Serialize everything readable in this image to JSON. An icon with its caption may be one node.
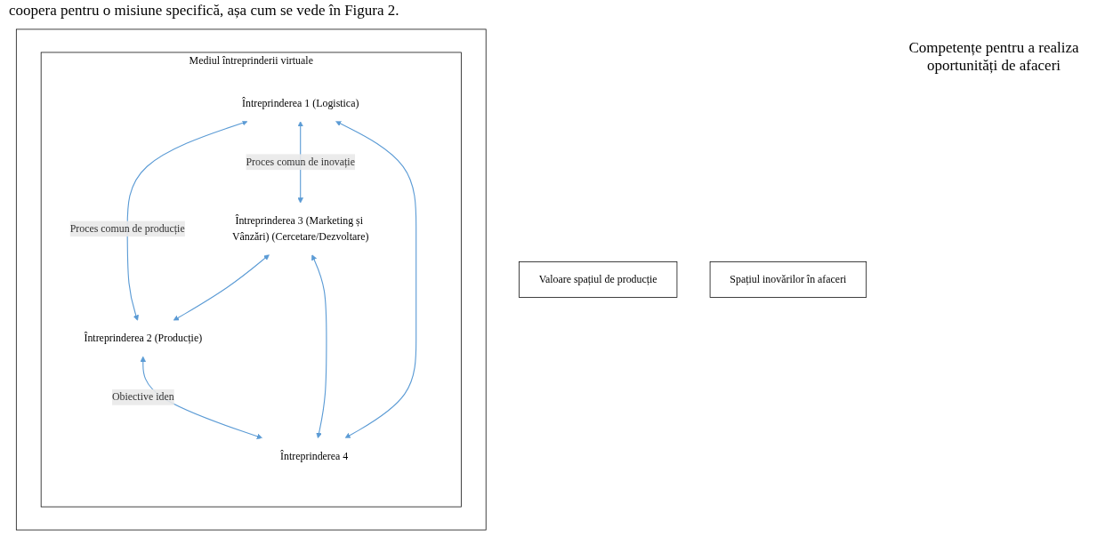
{
  "diagram": {
    "nodes": [
      {
        "text": [],
        "shape": "box"
      },
      {
        "text": [
          "Mediul întreprinderii virtuale"
        ],
        "in": 0
      },
      {
        "text": [
          "Întreprinderea 1 (Logistica)"
        ],
        "in": 1
      },
      {
        "text": [
          "Întreprinderea 2 (Producție)"
        ],
        "in": 1
      },
      {
        "text": [
          "Întreprinderea 3 (Marketing și Vânzări) (Cercetare/Dezvoltare)"
        ],
        "in": 1
      },
      {
        "text": [
          "Întreprinderea 4"
        ],
        "in": 1
      },
      {
        "text": [
          "Valoare spațiul de producție"
        ]
      },
      {
        "text": [
          "Spațiul inovărilor în afaceri"
        ]
      }
    ],
    "edges": [
      {
        "from": 2,
        "to": 3,
        "arrow": "both",
        "label": "Proces comun de producție"
      },
      {
        "from": 2,
        "to": 4,
        "arrow": "both",
        "label": "Proces comun de inovație"
      },
      {
        "from": 3,
        "to": 5,
        "arrow": "both",
        "label": "Obiective iden"
      },
      {
        "from": 2,
        "to": 5,
        "arrow": "both"
      },
      {
        "from": 4,
        "to": 3,
        "arrow": "both"
      },
      {
        "from": 4,
        "to": 5,
        "arrow": "both"
      }
    ],
    "labels": [
      "coopera pentru o misiune specifică, așa cum se vede în Figura 2.",
      "Competențe pentru a realiza oportunități de afaceri"
    ]
  }
}
